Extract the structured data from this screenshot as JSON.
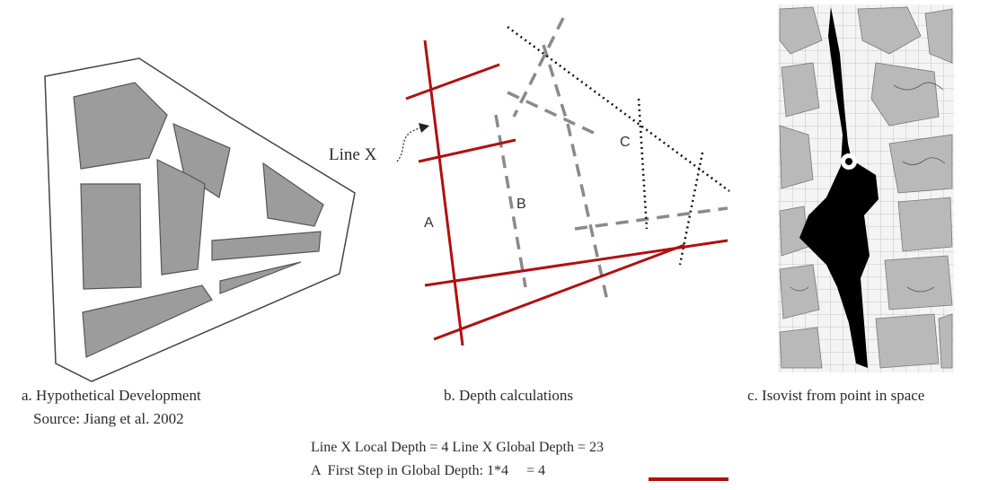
{
  "panel_a": {
    "caption_line1": "a. Hypothetical Development",
    "caption_line2": "Source: Jiang et al. 2002"
  },
  "panel_b": {
    "caption": "b. Depth calculations",
    "line_x_label": "Line X",
    "label_a": "A",
    "label_b": "B",
    "label_c": "C"
  },
  "panel_c": {
    "caption": "c. Isovist from point in space"
  },
  "legend": {
    "line1": "Line X Local Depth = 4 Line X Global Depth =  23",
    "line2": "A  First Step in Global Depth: 1*4     = 4"
  },
  "colors": {
    "first_step_red": "#b01010",
    "block_gray": "#9a9a9a",
    "dashed_gray": "#8a8a8a",
    "isovist_black": "#000000"
  }
}
